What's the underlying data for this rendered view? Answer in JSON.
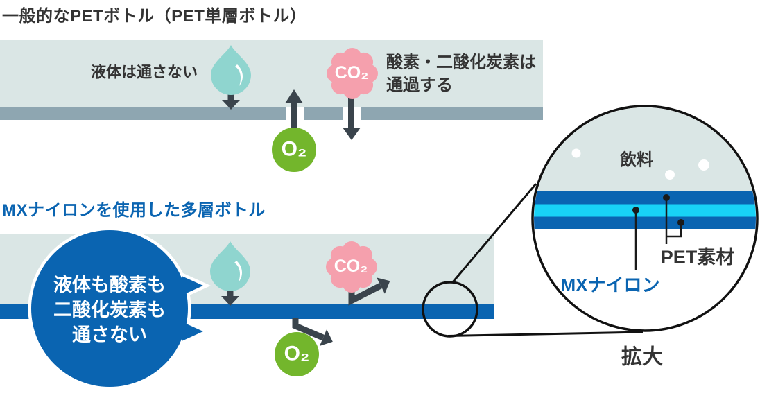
{
  "colors": {
    "deep_blue": "#0a64b1",
    "cyan_layer": "#18d2f6",
    "pale_band": "#dae6e5",
    "gray_wall": "#8ea6b1",
    "arrow_dark": "#3a444c",
    "droplet_teal": "#8fd5cf",
    "o2_green": "#73b62c",
    "co2_pink": "#f5a0ad",
    "text_dark": "#333333"
  },
  "section1": {
    "title": "一般的なPETボトル（PET単層ボトル）",
    "liquid_label": "液体は通さない",
    "gas_label_line1": "酸素・二酸化炭素は",
    "gas_label_line2": "通過する"
  },
  "section2": {
    "title": "MXナイロンを使用した多層ボトル",
    "bubble_line1": "液体も酸素も",
    "bubble_line2": "二酸化炭素も",
    "bubble_line3": "通さない"
  },
  "molecules": {
    "o2": "O₂",
    "co2": "CO₂"
  },
  "magnifier": {
    "beverage_label": "飲料",
    "pet_label": "PET素材",
    "mx_label": "MXナイロン",
    "zoom_label": "拡大"
  }
}
